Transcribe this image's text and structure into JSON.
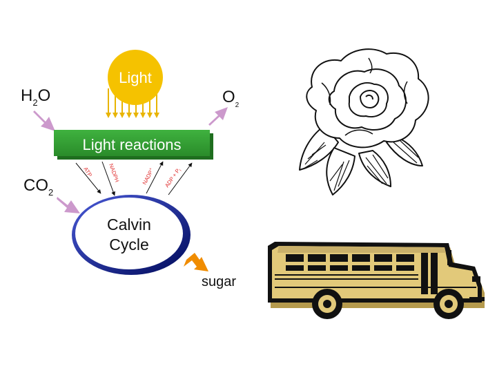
{
  "diagram": {
    "sun_label": "Light",
    "water": {
      "base": "H",
      "sub": "2",
      "tail": "O"
    },
    "oxygen": {
      "base": "O",
      "sub": "2"
    },
    "carbon_dioxide": {
      "base": "CO",
      "sub": "2"
    },
    "light_reactions_label": "Light reactions",
    "calvin_line1": "Calvin",
    "calvin_line2": "Cycle",
    "sugar_label": "sugar",
    "arrow_labels": {
      "atp": "ATP",
      "nadph": "NADPH",
      "nadp": "NADP",
      "nadp_sup": "+",
      "adp_pi": "ADP + P",
      "adp_pi_sub": "i"
    }
  },
  "clipart": {
    "rose": "rose",
    "bus": "school bus"
  },
  "colors": {
    "sun": "#f5c200",
    "sun_rays": "#e8b400",
    "light_box": "#2e9a2e",
    "light_box_dark": "#1f6e1f",
    "input_arrow": "#cc99cc",
    "sugar_arrow": "#f08c00",
    "cycle_ring": "#0a1a78",
    "small_label": "#e03030",
    "bus_body": "#e2c97a",
    "bus_shadow": "#b59a4d"
  }
}
